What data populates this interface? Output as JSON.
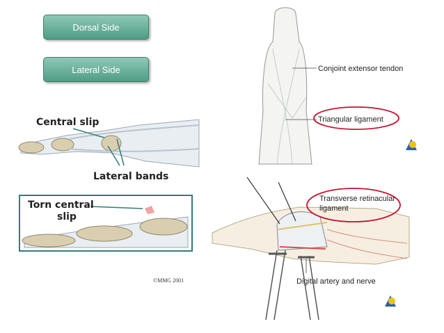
{
  "buttons": {
    "dorsal": "Dorsal Side",
    "lateral": "Lateral Side"
  },
  "labels": {
    "central_slip": "Central slip",
    "lateral_bands": "Lateral bands",
    "torn_central_line1": "Torn central",
    "torn_central_line2": "slip",
    "copyright": "©MMG 2001",
    "conjoint_extensor": "Conjoint extensor tendon",
    "triangular_ligament": "Triangular ligament",
    "transverse_line1": "Transverse retinacular",
    "transverse_line2": "ligament",
    "digital_artery": "Digital artery and nerve"
  },
  "colors": {
    "button": "#5aa68f",
    "highlight_ring": "#c8102e",
    "bone": "#d9cfb0",
    "tendon": "#e9eef3"
  },
  "icons": [
    "logo-icon",
    "logo-icon"
  ]
}
